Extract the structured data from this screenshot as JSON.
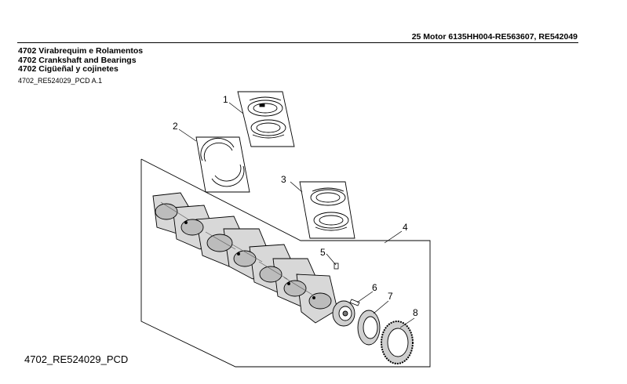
{
  "header": {
    "title": "25  Motor  6135HH004-RE563607,  RE542049"
  },
  "titles": {
    "pt": "4702 Virabrequim e Rolamentos",
    "en": "4702 Crankshaft and Bearings",
    "es": "4702 Cigüeñal y cojinetes"
  },
  "illustration_code_top": "4702_RE524029_PCD A.1",
  "illustration_code_bottom": "4702_RE524029_PCD",
  "callouts": [
    "1",
    "2",
    "3",
    "4",
    "5",
    "6",
    "7",
    "8"
  ]
}
